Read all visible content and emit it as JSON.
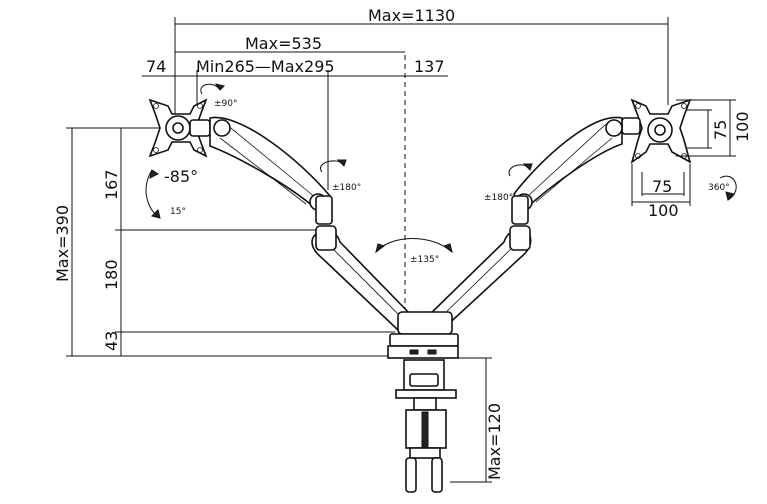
{
  "dimensions": {
    "max_reach": "Max=1130",
    "max_arm": "Max=535",
    "left_offset": "74",
    "arm_range": "Min265—Max295",
    "right_offset": "137",
    "total_height": "Max=390",
    "upper_height": "167",
    "middle_height": "180",
    "base_height": "43",
    "clamp_range": "Max=120",
    "vesa_h_outer": "100",
    "vesa_h_inner": "75",
    "vesa_v_outer": "100",
    "vesa_v_inner": "75"
  },
  "angles": {
    "tilt_rot": "±90°",
    "tilt_down": "-85°",
    "tilt_up": "15°",
    "swivel_left": "±180°",
    "swivel_right": "±180°",
    "arm_spread": "±135°",
    "rotate": "360°"
  },
  "colors": {
    "line": "#111111",
    "background": "#ffffff"
  }
}
